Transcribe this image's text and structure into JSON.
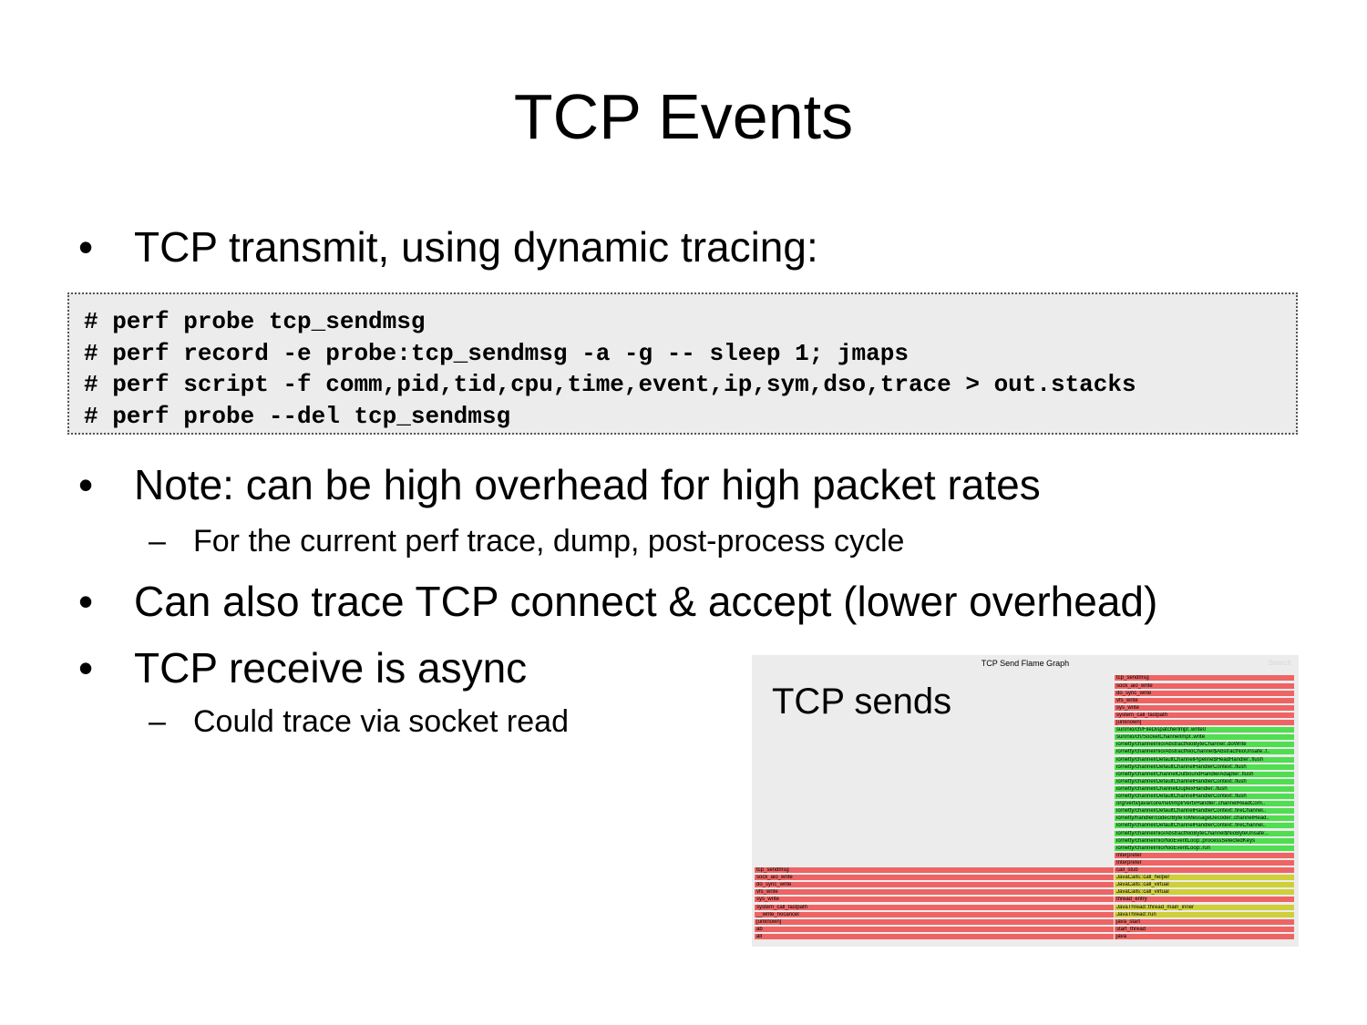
{
  "slide": {
    "title": "TCP Events",
    "bullets": [
      {
        "marker": "•",
        "text": "TCP transmit, using dynamic tracing:"
      },
      {
        "marker": "•",
        "text": "Note: can be high overhead for high packet rates"
      },
      {
        "marker": "•",
        "text": "Can also trace TCP connect & accept (lower overhead)"
      },
      {
        "marker": "•",
        "text": "TCP receive is async"
      }
    ],
    "subbullets": [
      {
        "marker": "–",
        "text": "For the current perf trace, dump, post-process cycle"
      },
      {
        "marker": "–",
        "text": "Could trace via socket read"
      }
    ],
    "code_lines": [
      "# perf probe tcp_sendmsg",
      "# perf record -e probe:tcp_sendmsg -a -g -- sleep 1; jmaps",
      "# perf script -f comm,pid,tid,cpu,time,event,ip,sym,dso,trace > out.stacks",
      "# perf probe --del tcp_sendmsg"
    ]
  },
  "flame": {
    "title": "TCP Send Flame Graph",
    "search": "Search",
    "label": "TCP sends",
    "colors": {
      "red": "#ee6464",
      "green": "#4fde4f",
      "yellow": "#cfcf3a"
    },
    "left_stack": [
      "tcp_sendmsg",
      "sock_aio_write",
      "do_sync_write",
      "vfs_write",
      "sys_write",
      "system_call_fastpath",
      "__write_nocancel",
      "[unknown]",
      "ab",
      "all"
    ],
    "right_stack": [
      {
        "name": "tcp_sendmsg",
        "c": "red"
      },
      {
        "name": "sock_aio_write",
        "c": "red"
      },
      {
        "name": "do_sync_write",
        "c": "red"
      },
      {
        "name": "vfs_write",
        "c": "red"
      },
      {
        "name": "sys_write",
        "c": "red"
      },
      {
        "name": "system_call_fastpath",
        "c": "red"
      },
      {
        "name": "[unknown]",
        "c": "red"
      },
      {
        "name": "sun/nio/ch/FileDispatcherImpl:.write0",
        "c": "green"
      },
      {
        "name": "sun/nio/ch/SocketChannelImpl:.write",
        "c": "green"
      },
      {
        "name": "io/netty/channel/nio/AbstractNioByteChannel:.doWrite",
        "c": "green"
      },
      {
        "name": "io/netty/channel/nio/AbstractNioChannel$AbstractNioUnsafe:.f..",
        "c": "green"
      },
      {
        "name": "io/netty/channel/DefaultChannelPipeline$HeadHandler:.flush",
        "c": "green"
      },
      {
        "name": "io/netty/channel/DefaultChannelHandlerContext:.flush",
        "c": "green"
      },
      {
        "name": "io/netty/channel/ChannelOutboundHandlerAdapter:.flush",
        "c": "green"
      },
      {
        "name": "io/netty/channel/DefaultChannelHandlerContext:.flush",
        "c": "green"
      },
      {
        "name": "io/netty/channel/ChannelDuplexHandler:.flush",
        "c": "green"
      },
      {
        "name": "io/netty/channel/DefaultChannelHandlerContext:.flush",
        "c": "green"
      },
      {
        "name": "org/vertx/java/core/net/impl/VertxHandler:.channelReadCom..",
        "c": "green"
      },
      {
        "name": "io/netty/channel/DefaultChannelHandlerContext:.fireChannel..",
        "c": "green"
      },
      {
        "name": "io/netty/handler/codec/ByteToMessageDecoder:.channelRead..",
        "c": "green"
      },
      {
        "name": "io/netty/channel/DefaultChannelHandlerContext:.fireChannel..",
        "c": "green"
      },
      {
        "name": "io/netty/channel/nio/AbstractNioByteChannel$NioByteUnsafe:..",
        "c": "green"
      },
      {
        "name": "io/netty/channel/nio/NioEventLoop:.processSelectedKeys",
        "c": "green"
      },
      {
        "name": "io/netty/channel/nio/NioEventLoop:.run",
        "c": "green"
      },
      {
        "name": "Interpreter",
        "c": "red"
      },
      {
        "name": "Interpreter",
        "c": "red"
      },
      {
        "name": "call_stub",
        "c": "red"
      },
      {
        "name": "JavaCalls::call_helper",
        "c": "yellow"
      },
      {
        "name": "JavaCalls::call_virtual",
        "c": "yellow"
      },
      {
        "name": "JavaCalls::call_virtual",
        "c": "yellow"
      },
      {
        "name": "thread_entry",
        "c": "red"
      },
      {
        "name": "JavaThread::thread_main_inner",
        "c": "yellow"
      },
      {
        "name": "JavaThread::run",
        "c": "yellow"
      },
      {
        "name": "java_start",
        "c": "red"
      },
      {
        "name": "start_thread",
        "c": "red"
      },
      {
        "name": "java",
        "c": "red"
      }
    ]
  }
}
